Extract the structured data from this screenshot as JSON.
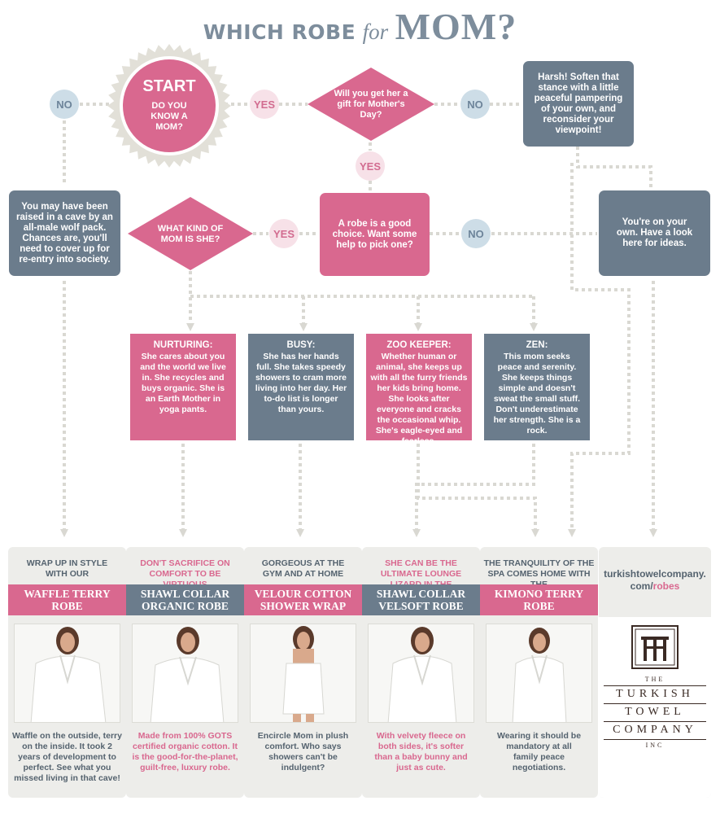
{
  "title": {
    "part1": "WHICH ROBE",
    "part2": "for",
    "part3": "MOM?"
  },
  "start": {
    "label": "START",
    "question": "DO YOU KNOW A MOM?"
  },
  "labels": {
    "no": "NO",
    "yes": "YES"
  },
  "gift_question": "Will you get her a gift for Mother's Day?",
  "harsh_box": "Harsh! Soften that stance with a little peaceful pampering of your own, and reconsider your viewpoint!",
  "wolf_box": "You may have been raised in a cave by an all-male wolf pack. Chances are, you'll need to cover up for re-entry into society.",
  "kind_question": "WHAT KIND OF MOM IS SHE?",
  "robe_choice_box": "A robe is a good choice. Want some help to pick one?",
  "own_box": "You're on your own. Have a look here for ideas.",
  "types": [
    {
      "title": "NURTURING:",
      "text": "She cares about you and the world we live in. She recycles and buys organic. She is an Earth Mother in yoga pants."
    },
    {
      "title": "BUSY:",
      "text": "She has her hands full. She takes speedy showers to cram more living into her day. Her to-do list is longer than yours."
    },
    {
      "title": "ZOO KEEPER:",
      "text": "Whether human or animal, she keeps up with all the furry friends her kids bring home. She looks after everyone and cracks the occasional whip. She's eagle-eyed and fearless."
    },
    {
      "title": "ZEN:",
      "text": "This mom seeks peace and serenity. She keeps things simple and doesn't sweat the small stuff. Don't underestimate her strength. She is a rock."
    }
  ],
  "robes": [
    {
      "intro": "WRAP UP IN STYLE WITH OUR",
      "name1": "WAFFLE TERRY",
      "name2": "ROBE",
      "desc": "Waffle on the outside, terry on the inside. It took 2 years of development to perfect. See what you missed living in that cave!"
    },
    {
      "intro": "DON'T SACRIFICE ON COMFORT TO BE VIRTUOUS",
      "name1": "SHAWL COLLAR",
      "name2": "ORGANIC ROBE",
      "desc": "Made from 100% GOTS certified organic cotton. It is the good-for-the-planet, guilt-free, luxury robe."
    },
    {
      "intro": "GORGEOUS AT THE GYM AND AT HOME",
      "name1": "VELOUR COTTON",
      "name2": "SHOWER WRAP",
      "desc": "Encircle Mom in plush comfort. Who says showers can't be indulgent?"
    },
    {
      "intro": "SHE CAN BE THE ULTIMATE LOUNGE LIZARD IN THE",
      "name1": "SHAWL COLLAR",
      "name2": "VELSOFT ROBE",
      "desc": "With velvety fleece on both sides, it's softer than a baby bunny and just as cute."
    },
    {
      "intro": "THE TRANQUILITY OF THE SPA COMES HOME WITH THE",
      "name1": "KIMONO TERRY",
      "name2": "ROBE",
      "desc": "Wearing it should be mandatory at all family peace negotiations."
    }
  ],
  "site": {
    "line1": "turkishtowelcompany.",
    "line2a": "com/",
    "line2b": "robes"
  },
  "logo": {
    "the": "THE",
    "l1": "TURKISH",
    "l2": "TOWEL",
    "l3": "COMPANY",
    "inc": "INC"
  },
  "colors": {
    "pink": "#d9688f",
    "slate": "#6b7c8c",
    "light_gray": "#ededea",
    "no_bubble": "#cddde7",
    "yes_bubble": "#f7e1e8",
    "dots": "#d9d8d2"
  }
}
